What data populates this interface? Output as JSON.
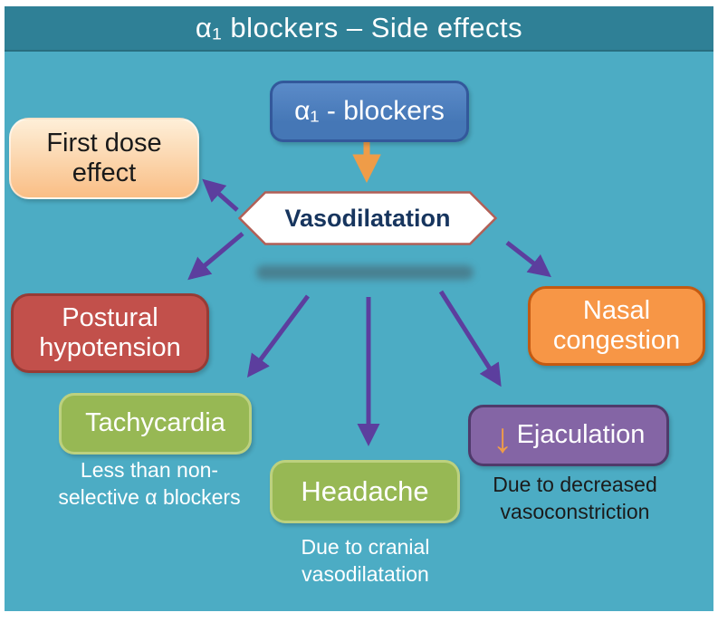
{
  "colors": {
    "background": "#4CACC4",
    "title_bar": "#2F8096",
    "title_text": "#FFFFFF",
    "root_fill": "#4577B6",
    "root_border": "#33589B",
    "hexagon_fill": "#FFFFFF",
    "hexagon_border": "#B25F56",
    "hexagon_text": "#17355E",
    "first_dose_light": "#FEEFD8",
    "first_dose_dark": "#F9BE85",
    "postural_fill": "#C2504B",
    "postural_border": "#973B35",
    "green_fill": "#97B854",
    "green_border": "#BCD17F",
    "orange_fill": "#F79646",
    "orange_border": "#C45A11",
    "purple_fill": "#8465A5",
    "purple_border": "#4F3A6B",
    "arrow_purple": "#5C3E9E",
    "arrow_orange": "#EF9C48",
    "note_dark_text": "#1B1B1B",
    "note_light_text": "#FFFFFF"
  },
  "title": "α₁ blockers – Side effects",
  "root": {
    "label": "α₁ - blockers"
  },
  "hexagon": {
    "label": "Vasodilatation"
  },
  "boxes": {
    "first_dose": {
      "label_lines": [
        "First dose",
        "effect"
      ]
    },
    "postural": {
      "label_lines": [
        "Postural",
        "hypotension"
      ]
    },
    "tachycardia": {
      "label": "Tachycardia",
      "note_lines": [
        "Less than non-",
        "selective α blockers"
      ]
    },
    "headache": {
      "label": "Headache",
      "note_lines": [
        "Due to cranial",
        "vasodilatation"
      ]
    },
    "ejaculation": {
      "icon": "↓",
      "label": "Ejaculation",
      "note_lines": [
        "Due to decreased",
        "vasoconstriction"
      ]
    },
    "nasal": {
      "label_lines": [
        "Nasal",
        "congestion"
      ]
    }
  }
}
